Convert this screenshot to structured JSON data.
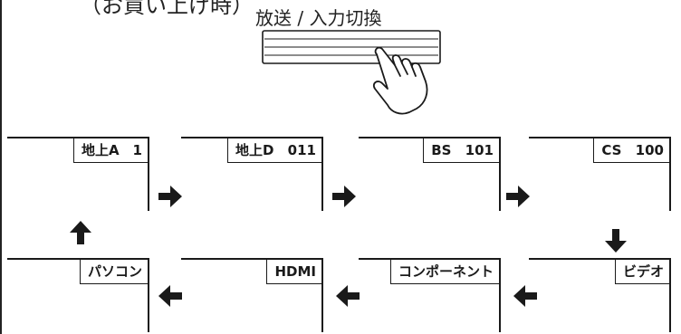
{
  "caption": "（お買い上げ時）",
  "button": {
    "label": "放送 / 入力切換"
  },
  "screens": {
    "chijo_a": "地上A　1",
    "chijo_d": "地上D 011",
    "bs": "BS 101",
    "cs": "CS 100",
    "pasokon": "パソコン",
    "hdmi": "HDMI",
    "component": "コンポーネント",
    "video": "ビデオ"
  },
  "icons": {
    "button": "input-switch-button-icon",
    "hand": "pointing-hand-icon",
    "arrow": "arrow-icon"
  },
  "colors": {
    "line": "#1a1a1a",
    "background": "#ffffff"
  }
}
